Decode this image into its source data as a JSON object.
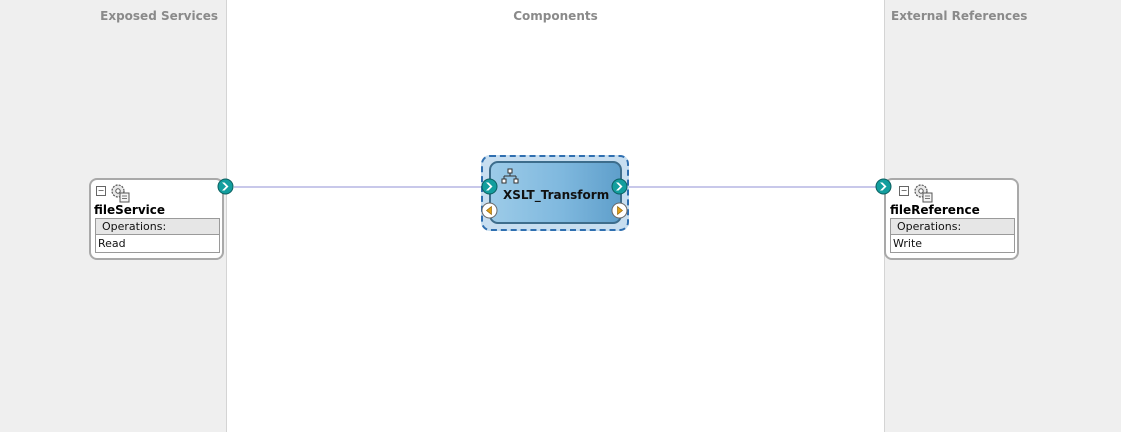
{
  "lanes": {
    "exposed_services": "Exposed Services",
    "components": "Components",
    "external_references": "External References"
  },
  "service": {
    "name": "fileService",
    "operations_label": "Operations:",
    "operation": "Read"
  },
  "component": {
    "name": "XSLT_Transform"
  },
  "reference": {
    "name": "fileReference",
    "operations_label": "Operations:",
    "operation": "Write"
  },
  "colors": {
    "wire": "#c8c8ea",
    "port_teal": "#139e9e",
    "component_fill": "#7fb8de",
    "selection_border": "#2f6fb0"
  }
}
